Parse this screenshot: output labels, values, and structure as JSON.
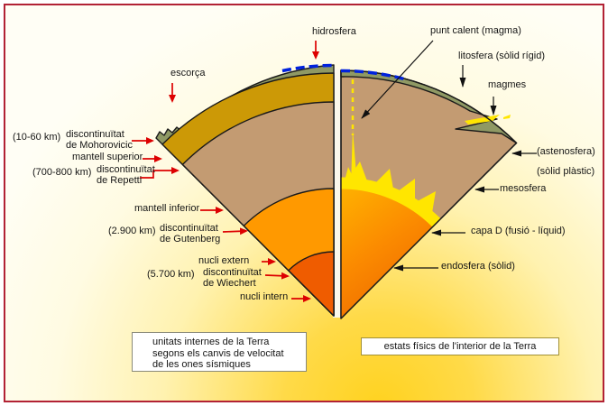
{
  "colors": {
    "frame_border": "#b22235",
    "background_gold": "#ffd21e",
    "background_gold2": "#ffda48",
    "background_mid": "#fff2b0",
    "background_pale2": "#fffbe2",
    "background_pale": "#fffef5",
    "gap_fill": "#fbf8ec",
    "hidrosfera_blue": "#0022dd",
    "escorca_olive": "#8f9964",
    "mantell_superior_gold": "#cc9906",
    "mantell_tan": "#c39b72",
    "nucli_extern_orange": "#ff9900",
    "nucli_intern_orange": "#ef5c00",
    "capa_d_yellow": "#ffe600",
    "endosfera_light": "#ffb300",
    "endosfera_mid": "#fb8a00",
    "endosfera_dark": "#e95e00",
    "outline_black": "#1a1a1a",
    "red_arrow": "#dd0000",
    "black_arrow": "#111111"
  },
  "labels": {
    "hidrosfera": "hidrosfera",
    "punt_calent": "punt calent (magma)",
    "litosfera": "litosfera (sòlid rígid)",
    "magmes": "magmes",
    "escorca": "escorça",
    "astenosfera": "(astenosfera)",
    "solid_plastic": "(sòlid plàstic)",
    "mesosfera": "mesosfera",
    "depth_moho": "(10-60 km)",
    "disc_moho": "discontinuïtat\nde Mohorovicic",
    "mantell_superior": "mantell superior",
    "depth_repetti": "(700-800 km)",
    "disc_repetti": "discontinuïtat\nde Repetti",
    "mantell_inferior": "mantell inferior",
    "depth_gutenberg": "(2.900 km)",
    "disc_gutenberg": "discontinuïtat\nde Gutenberg",
    "nucli_extern": "nucli extern",
    "depth_wiechert": "(5.700 km)",
    "disc_wiechert": "discontinuïtat\nde Wiechert",
    "nucli_intern": "nucli intern",
    "capa_d": "capa D (fusió - líquid)",
    "endosfera": "endosfera (sòlid)"
  },
  "captions": {
    "left_box": "unitats internes de la Terra\nsegons els canvis de velocitat\nde les ones sísmiques",
    "right_box": "estats físics de l'interior de la Terra"
  }
}
